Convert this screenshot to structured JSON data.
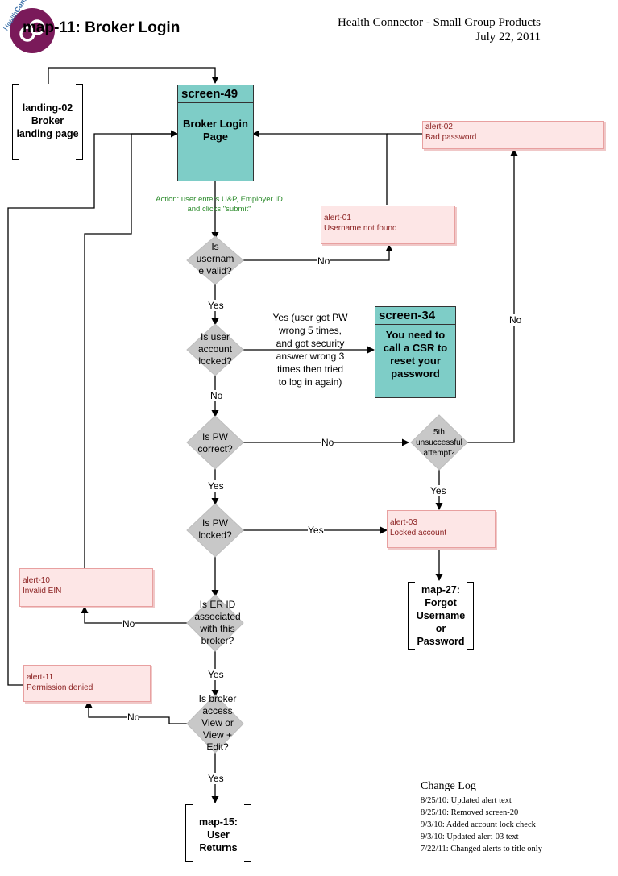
{
  "title": "map-11: Broker Login",
  "header": {
    "line1": "Health Connector - Small Group Products",
    "line2": "July 22, 2011"
  },
  "logo": {
    "text_light": "Health",
    "text_bold": "Connector",
    "color": "#7a1a5a"
  },
  "screens": {
    "s49": {
      "id": "screen-49",
      "body": [
        "Broker Login",
        "Page"
      ]
    },
    "s34": {
      "id": "screen-34",
      "body": [
        "You need to",
        "call a CSR to",
        "reset your",
        "password"
      ]
    }
  },
  "brackets": {
    "landing": [
      "landing-02",
      "Broker",
      "landing page"
    ],
    "map27": [
      "map-27:",
      "Forgot",
      "Username",
      "or",
      "Password"
    ],
    "map15": [
      "map-15:",
      "User",
      "Returns"
    ]
  },
  "action": [
    "Action: user enters U&P, Employer ID",
    "and clicks \"submit\""
  ],
  "decisions": {
    "d1": [
      "Is",
      "usernam",
      "e valid?"
    ],
    "d2": [
      "Is user",
      "account",
      "locked?"
    ],
    "d3": [
      "Is PW",
      "correct?"
    ],
    "d4": [
      "Is PW",
      "locked?"
    ],
    "d5": [
      "Is ER ID",
      "associated",
      "with this",
      "broker?"
    ],
    "d6": [
      "Is broker",
      "access",
      "View or",
      "View +",
      "Edit?"
    ],
    "d7": [
      "5th",
      "unsuccessful",
      "attempt?"
    ]
  },
  "alerts": {
    "a02": {
      "id": "alert-02",
      "text": "Bad password"
    },
    "a01": {
      "id": "alert-01",
      "text": "Username not found"
    },
    "a03": {
      "id": "alert-03",
      "text": "Locked account"
    },
    "a10": {
      "id": "alert-10",
      "text": "Invalid EIN"
    },
    "a11": {
      "id": "alert-11",
      "text": "Permission denied"
    }
  },
  "yes_note": [
    "Yes (user got PW",
    "wrong 5 times,",
    "and got security",
    "answer wrong 3",
    "times then tried",
    "to log in again)"
  ],
  "labels": {
    "yes1": "Yes",
    "no1": "No",
    "no2": "No",
    "yes3": "Yes",
    "no3": "No",
    "yes4": "Yes",
    "yes5": "Yes",
    "no4": "No",
    "yes6": "Yes",
    "no5": "No",
    "yes7": "Yes",
    "no_right": "No"
  },
  "change_log": {
    "title": "Change Log",
    "entries": [
      "8/25/10: Updated alert text",
      "8/25/10: Removed screen-20",
      "9/3/10: Added account lock check",
      "9/3/10: Updated alert-03 text",
      "7/22/11: Changed alerts to title only"
    ]
  }
}
